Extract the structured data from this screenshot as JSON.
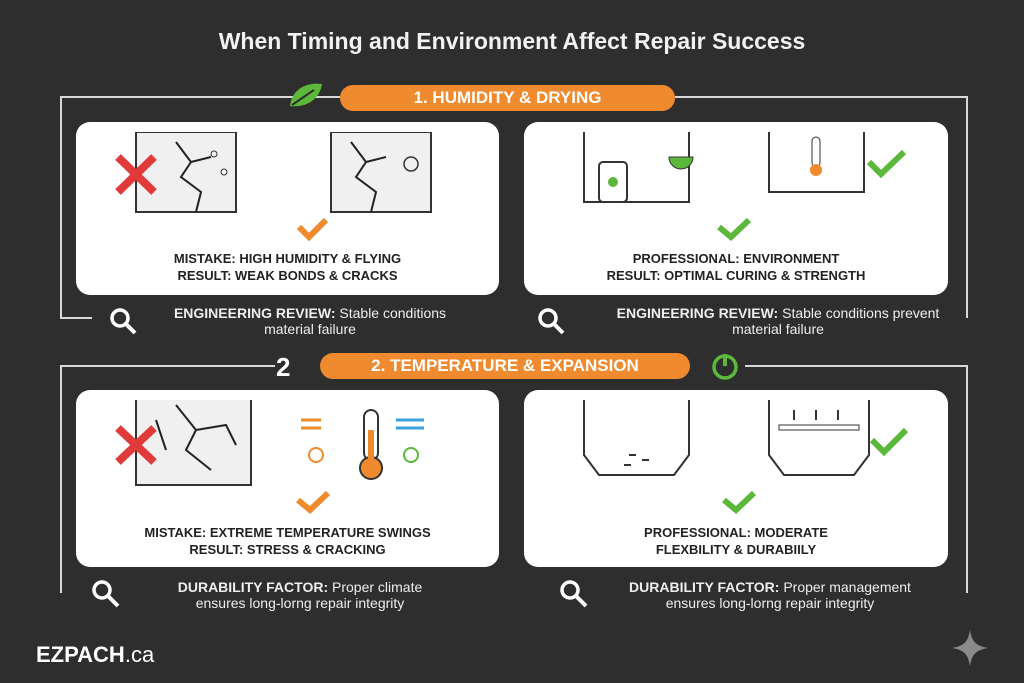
{
  "title": "When Timing and Environment Affect Repair Success",
  "sections": [
    {
      "label": "1. HUMIDITY & DRYING",
      "left": {
        "line1": "MISTAKE: HIGH HUMIDITY & FLYING",
        "line2": "RESULT: WEAK BONDS & CRACKS",
        "review_label": "ENGINEERING REVIEW:",
        "review_text": "Stable conditions",
        "review_line2": "material failure"
      },
      "right": {
        "line1": "PROFESSIONAL: ENVIRONMENT",
        "line2": "RESULT: OPTIMAL CURING & STRENGTH",
        "review_label": "ENGINEERING REVIEW:",
        "review_text": "Stable conditions prevent",
        "review_line2": "material failure"
      }
    },
    {
      "number": "2",
      "label": "2. TEMPERATURE & EXPANSION",
      "left": {
        "line1": "MISTAKE: EXTREME TEMPERATURE SWINGS",
        "line2": "RESULT: STRESS & CRACKING",
        "review_label": "DURABILITY FACTOR:",
        "review_text": "Proper climate",
        "review_line2": "ensures long-lorng repair integrity"
      },
      "right": {
        "line1": "PROFESSIONAL: MODERATE",
        "line2": "FLEXBILITY & DURABIILY",
        "review_label": "DURABILITY FACTOR:",
        "review_text": "Proper management",
        "review_line2": "ensures long-lorng repair integrity"
      }
    }
  ],
  "logo": {
    "brand": "EZPACH",
    "suffix": ".ca"
  },
  "colors": {
    "background": "#2e2e2e",
    "accent_orange": "#ef8a2e",
    "accent_green": "#5cb83a",
    "mistake_red": "#e03a3a"
  }
}
